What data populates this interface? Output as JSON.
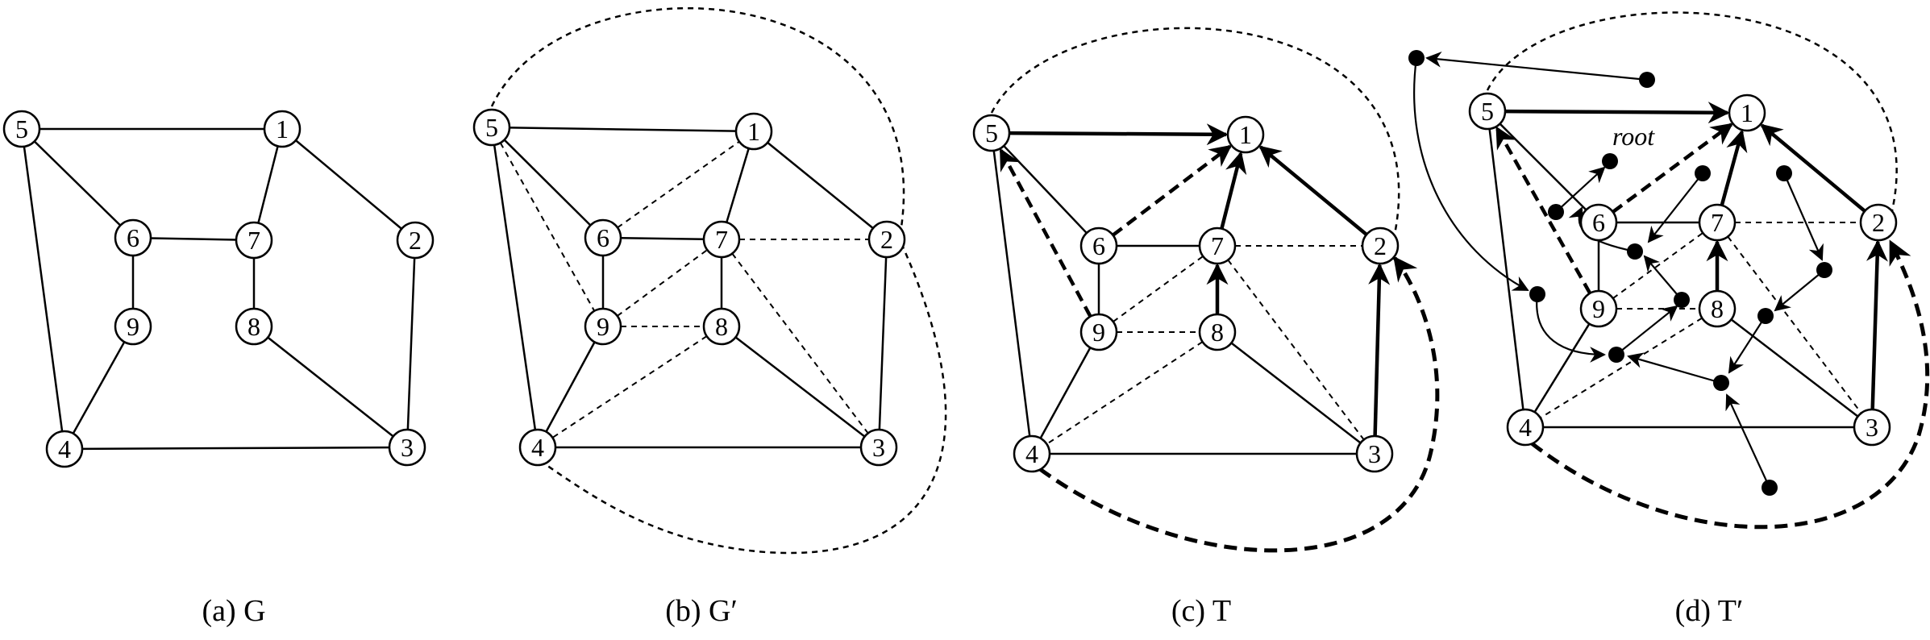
{
  "panels": [
    {
      "id": "a",
      "caption": "(a) G",
      "nodes": [
        "5",
        "1",
        "6",
        "7",
        "2",
        "9",
        "8",
        "4",
        "3"
      ],
      "edges": [
        [
          "5",
          "1",
          "solid"
        ],
        [
          "5",
          "6",
          "solid"
        ],
        [
          "1",
          "7",
          "solid"
        ],
        [
          "1",
          "2",
          "solid"
        ],
        [
          "6",
          "7",
          "solid"
        ],
        [
          "6",
          "9",
          "solid"
        ],
        [
          "7",
          "8",
          "solid"
        ],
        [
          "9",
          "4",
          "solid"
        ],
        [
          "5",
          "4",
          "solid"
        ],
        [
          "2",
          "3",
          "solid"
        ],
        [
          "8",
          "3",
          "solid"
        ],
        [
          "4",
          "3",
          "solid"
        ]
      ]
    },
    {
      "id": "b",
      "caption": "(b) G′",
      "nodes": [
        "5",
        "1",
        "6",
        "7",
        "2",
        "9",
        "8",
        "4",
        "3"
      ],
      "edges": [
        [
          "5",
          "1",
          "solid"
        ],
        [
          "5",
          "6",
          "solid"
        ],
        [
          "1",
          "7",
          "solid"
        ],
        [
          "1",
          "2",
          "solid"
        ],
        [
          "6",
          "7",
          "solid"
        ],
        [
          "6",
          "9",
          "solid"
        ],
        [
          "7",
          "8",
          "solid"
        ],
        [
          "9",
          "4",
          "solid"
        ],
        [
          "5",
          "4",
          "solid"
        ],
        [
          "2",
          "3",
          "solid"
        ],
        [
          "8",
          "3",
          "solid"
        ],
        [
          "4",
          "3",
          "solid"
        ],
        [
          "6",
          "1",
          "dashed"
        ],
        [
          "5",
          "9",
          "dashed"
        ],
        [
          "9",
          "7",
          "dashed"
        ],
        [
          "7",
          "2",
          "dashed"
        ],
        [
          "9",
          "8",
          "dashed"
        ],
        [
          "8",
          "4",
          "dashed"
        ],
        [
          "7",
          "3",
          "dashed"
        ],
        [
          "9",
          "4",
          "dashed"
        ]
      ],
      "outer_edges": [
        [
          "5",
          "2",
          "dashed"
        ],
        [
          "2",
          "4",
          "dashed"
        ]
      ]
    },
    {
      "id": "c",
      "caption": "(c) T",
      "nodes": [
        "5",
        "1",
        "6",
        "7",
        "2",
        "9",
        "8",
        "4",
        "3"
      ],
      "edges": [
        [
          "5",
          "1",
          "bold-arrow"
        ],
        [
          "6",
          "1",
          "bold-dashed-arrow"
        ],
        [
          "7",
          "1",
          "bold-arrow"
        ],
        [
          "2",
          "1",
          "bold-arrow"
        ],
        [
          "8",
          "7",
          "bold-arrow"
        ],
        [
          "3",
          "2",
          "bold-arrow"
        ],
        [
          "9",
          "5",
          "bold-dashed-arrow"
        ],
        [
          "5",
          "6",
          "solid"
        ],
        [
          "6",
          "7",
          "solid"
        ],
        [
          "6",
          "9",
          "solid"
        ],
        [
          "9",
          "4",
          "solid"
        ],
        [
          "5",
          "4",
          "solid"
        ],
        [
          "8",
          "3",
          "solid"
        ],
        [
          "4",
          "3",
          "solid"
        ],
        [
          "9",
          "8",
          "dashed"
        ],
        [
          "9",
          "7",
          "dashed"
        ],
        [
          "7",
          "2",
          "dashed"
        ],
        [
          "8",
          "4",
          "dashed"
        ],
        [
          "7",
          "3",
          "dashed"
        ]
      ],
      "outer_edges": [
        [
          "5",
          "2",
          "dashed"
        ],
        [
          "4",
          "2",
          "bold-dashed-arrow"
        ]
      ]
    },
    {
      "id": "d",
      "caption": "(d) T′",
      "root_label": "root",
      "nodes": [
        "5",
        "1",
        "6",
        "7",
        "2",
        "9",
        "8",
        "4",
        "3"
      ],
      "edges": [
        [
          "5",
          "1",
          "bold-arrow"
        ],
        [
          "6",
          "1",
          "bold-dashed-arrow"
        ],
        [
          "7",
          "1",
          "bold-arrow"
        ],
        [
          "2",
          "1",
          "bold-arrow"
        ],
        [
          "8",
          "7",
          "bold-arrow"
        ],
        [
          "3",
          "2",
          "bold-arrow"
        ],
        [
          "9",
          "5",
          "bold-dashed-arrow"
        ],
        [
          "5",
          "6",
          "solid"
        ],
        [
          "6",
          "7",
          "solid"
        ],
        [
          "6",
          "9",
          "solid"
        ],
        [
          "9",
          "4",
          "solid"
        ],
        [
          "5",
          "4",
          "solid"
        ],
        [
          "8",
          "3",
          "solid"
        ],
        [
          "4",
          "3",
          "solid"
        ],
        [
          "9",
          "8",
          "dashed"
        ],
        [
          "9",
          "7",
          "dashed"
        ],
        [
          "7",
          "2",
          "dashed"
        ],
        [
          "8",
          "4",
          "dashed"
        ],
        [
          "7",
          "3",
          "dashed"
        ]
      ],
      "outer_edges": [
        [
          "5",
          "2",
          "dashed"
        ],
        [
          "4",
          "2",
          "bold-dashed-arrow"
        ]
      ]
    }
  ]
}
